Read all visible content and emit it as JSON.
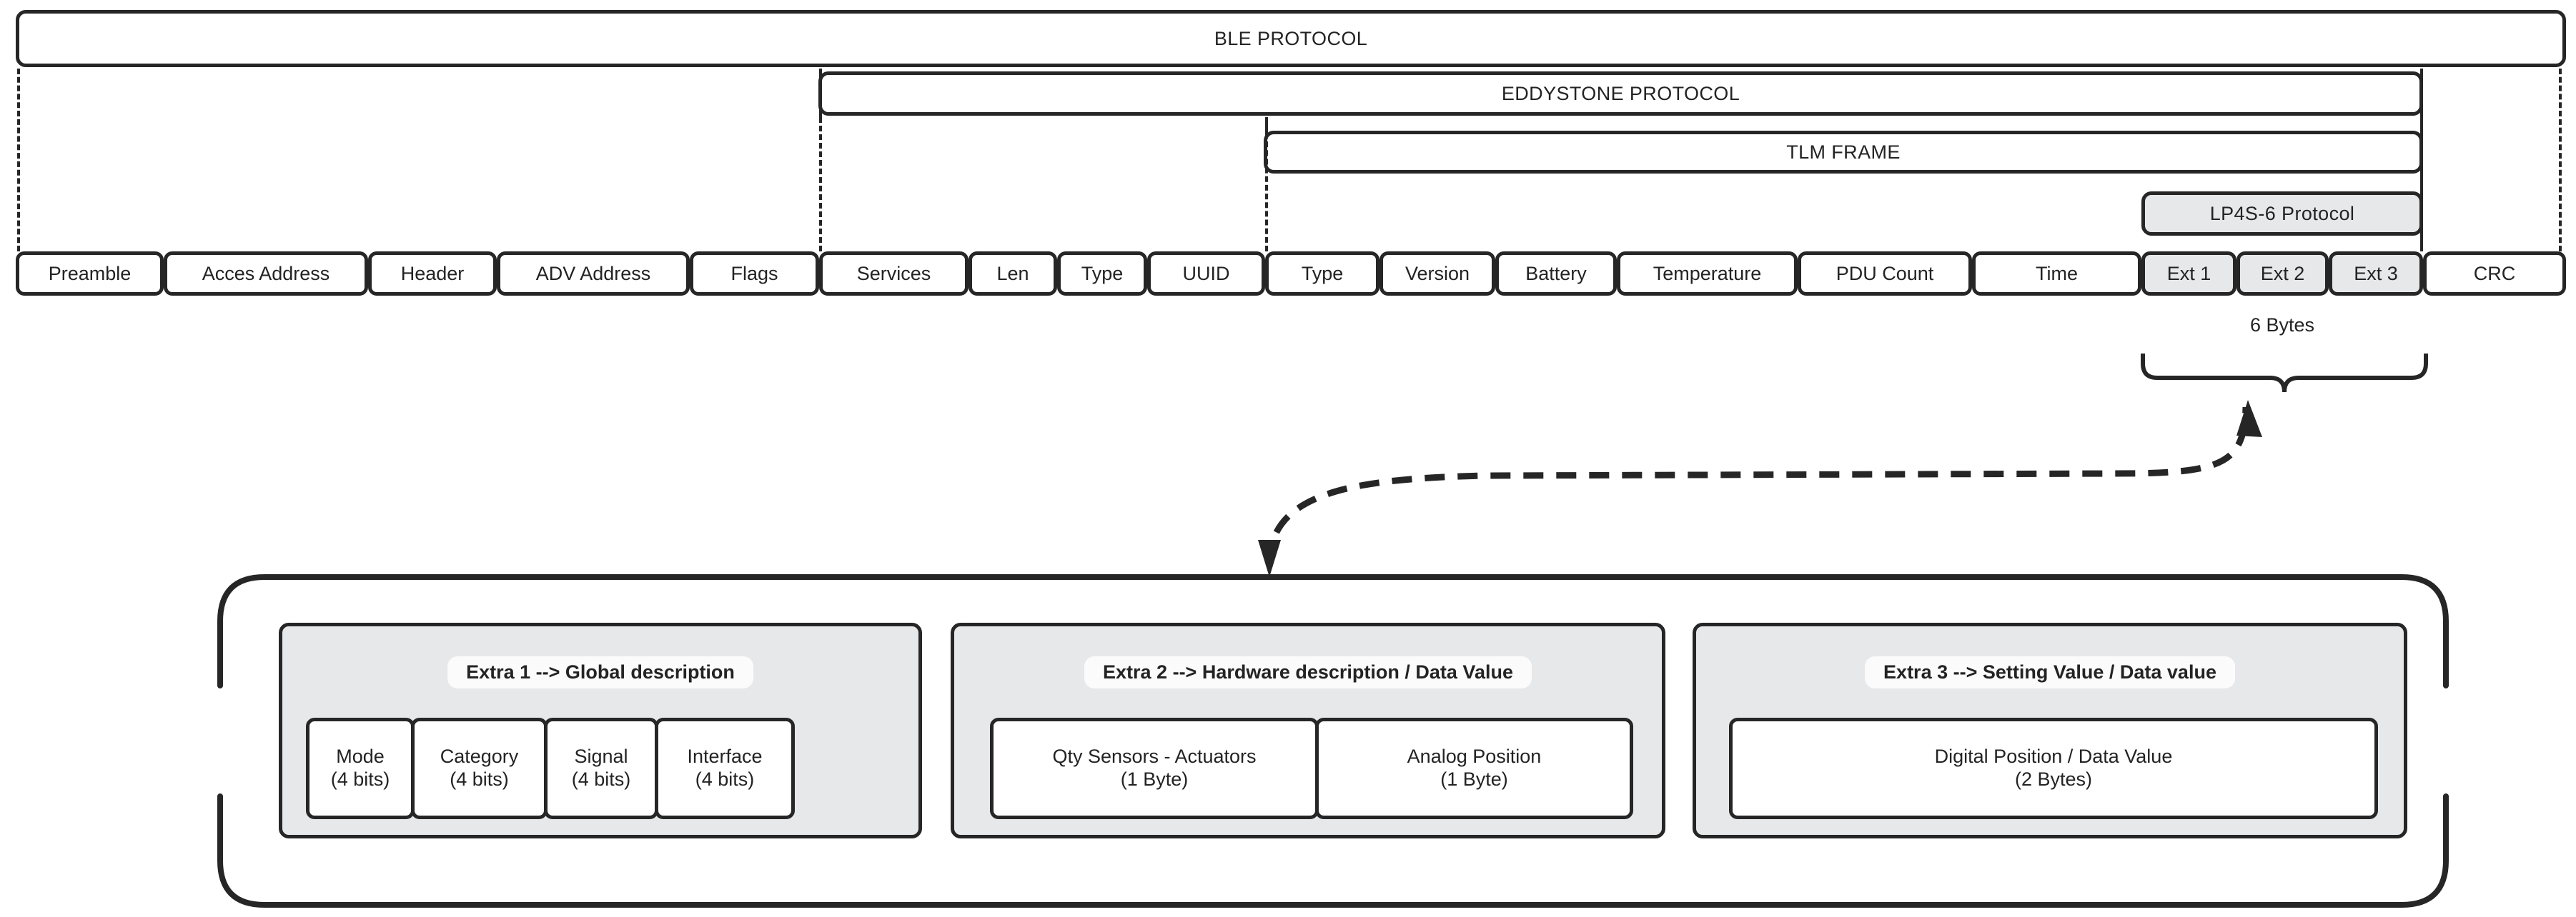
{
  "diagram": {
    "title_bars": [
      {
        "id": "ble",
        "label": "BLE PROTOCOL"
      },
      {
        "id": "eddystone",
        "label": "EDDYSTONE PROTOCOL"
      },
      {
        "id": "tlm",
        "label": "TLM FRAME"
      },
      {
        "id": "lp4s6",
        "label": "LP4S-6 Protocol"
      }
    ],
    "frame_fields": [
      {
        "label": "Preamble",
        "shaded": false
      },
      {
        "label": "Acces Address",
        "shaded": false
      },
      {
        "label": "Header",
        "shaded": false
      },
      {
        "label": "ADV Address",
        "shaded": false
      },
      {
        "label": "Flags",
        "shaded": false
      },
      {
        "label": "Services",
        "shaded": false
      },
      {
        "label": "Len",
        "shaded": false
      },
      {
        "label": "Type",
        "shaded": false
      },
      {
        "label": "UUID",
        "shaded": false
      },
      {
        "label": "Type",
        "shaded": false
      },
      {
        "label": "Version",
        "shaded": false
      },
      {
        "label": "Battery",
        "shaded": false
      },
      {
        "label": "Temperature",
        "shaded": false
      },
      {
        "label": "PDU Count",
        "shaded": false
      },
      {
        "label": "Time",
        "shaded": false
      },
      {
        "label": "Ext 1",
        "shaded": true
      },
      {
        "label": "Ext 2",
        "shaded": true
      },
      {
        "label": "Ext 3",
        "shaded": true
      },
      {
        "label": "CRC",
        "shaded": false
      }
    ],
    "size_annotation": "6 Bytes",
    "extras": [
      {
        "title": "Extra 1 --> Global description",
        "fields": [
          {
            "name": "Mode",
            "size": "(4 bits)"
          },
          {
            "name": "Category",
            "size": "(4 bits)"
          },
          {
            "name": "Signal",
            "size": "(4 bits)"
          },
          {
            "name": "Interface",
            "size": "(4 bits)"
          }
        ]
      },
      {
        "title": "Extra 2 --> Hardware description / Data Value",
        "fields": [
          {
            "name": "Qty Sensors - Actuators",
            "size": "(1 Byte)"
          },
          {
            "name": "Analog Position",
            "size": "(1 Byte)"
          }
        ]
      },
      {
        "title": "Extra 3 --> Setting Value / Data value",
        "fields": [
          {
            "name": "Digital Position / Data Value",
            "size": "(2 Bytes)"
          }
        ]
      }
    ],
    "colors": {
      "stroke": "#262626",
      "shade": "#e6e8e9",
      "background": "#ffffff",
      "text": "#232323"
    }
  }
}
